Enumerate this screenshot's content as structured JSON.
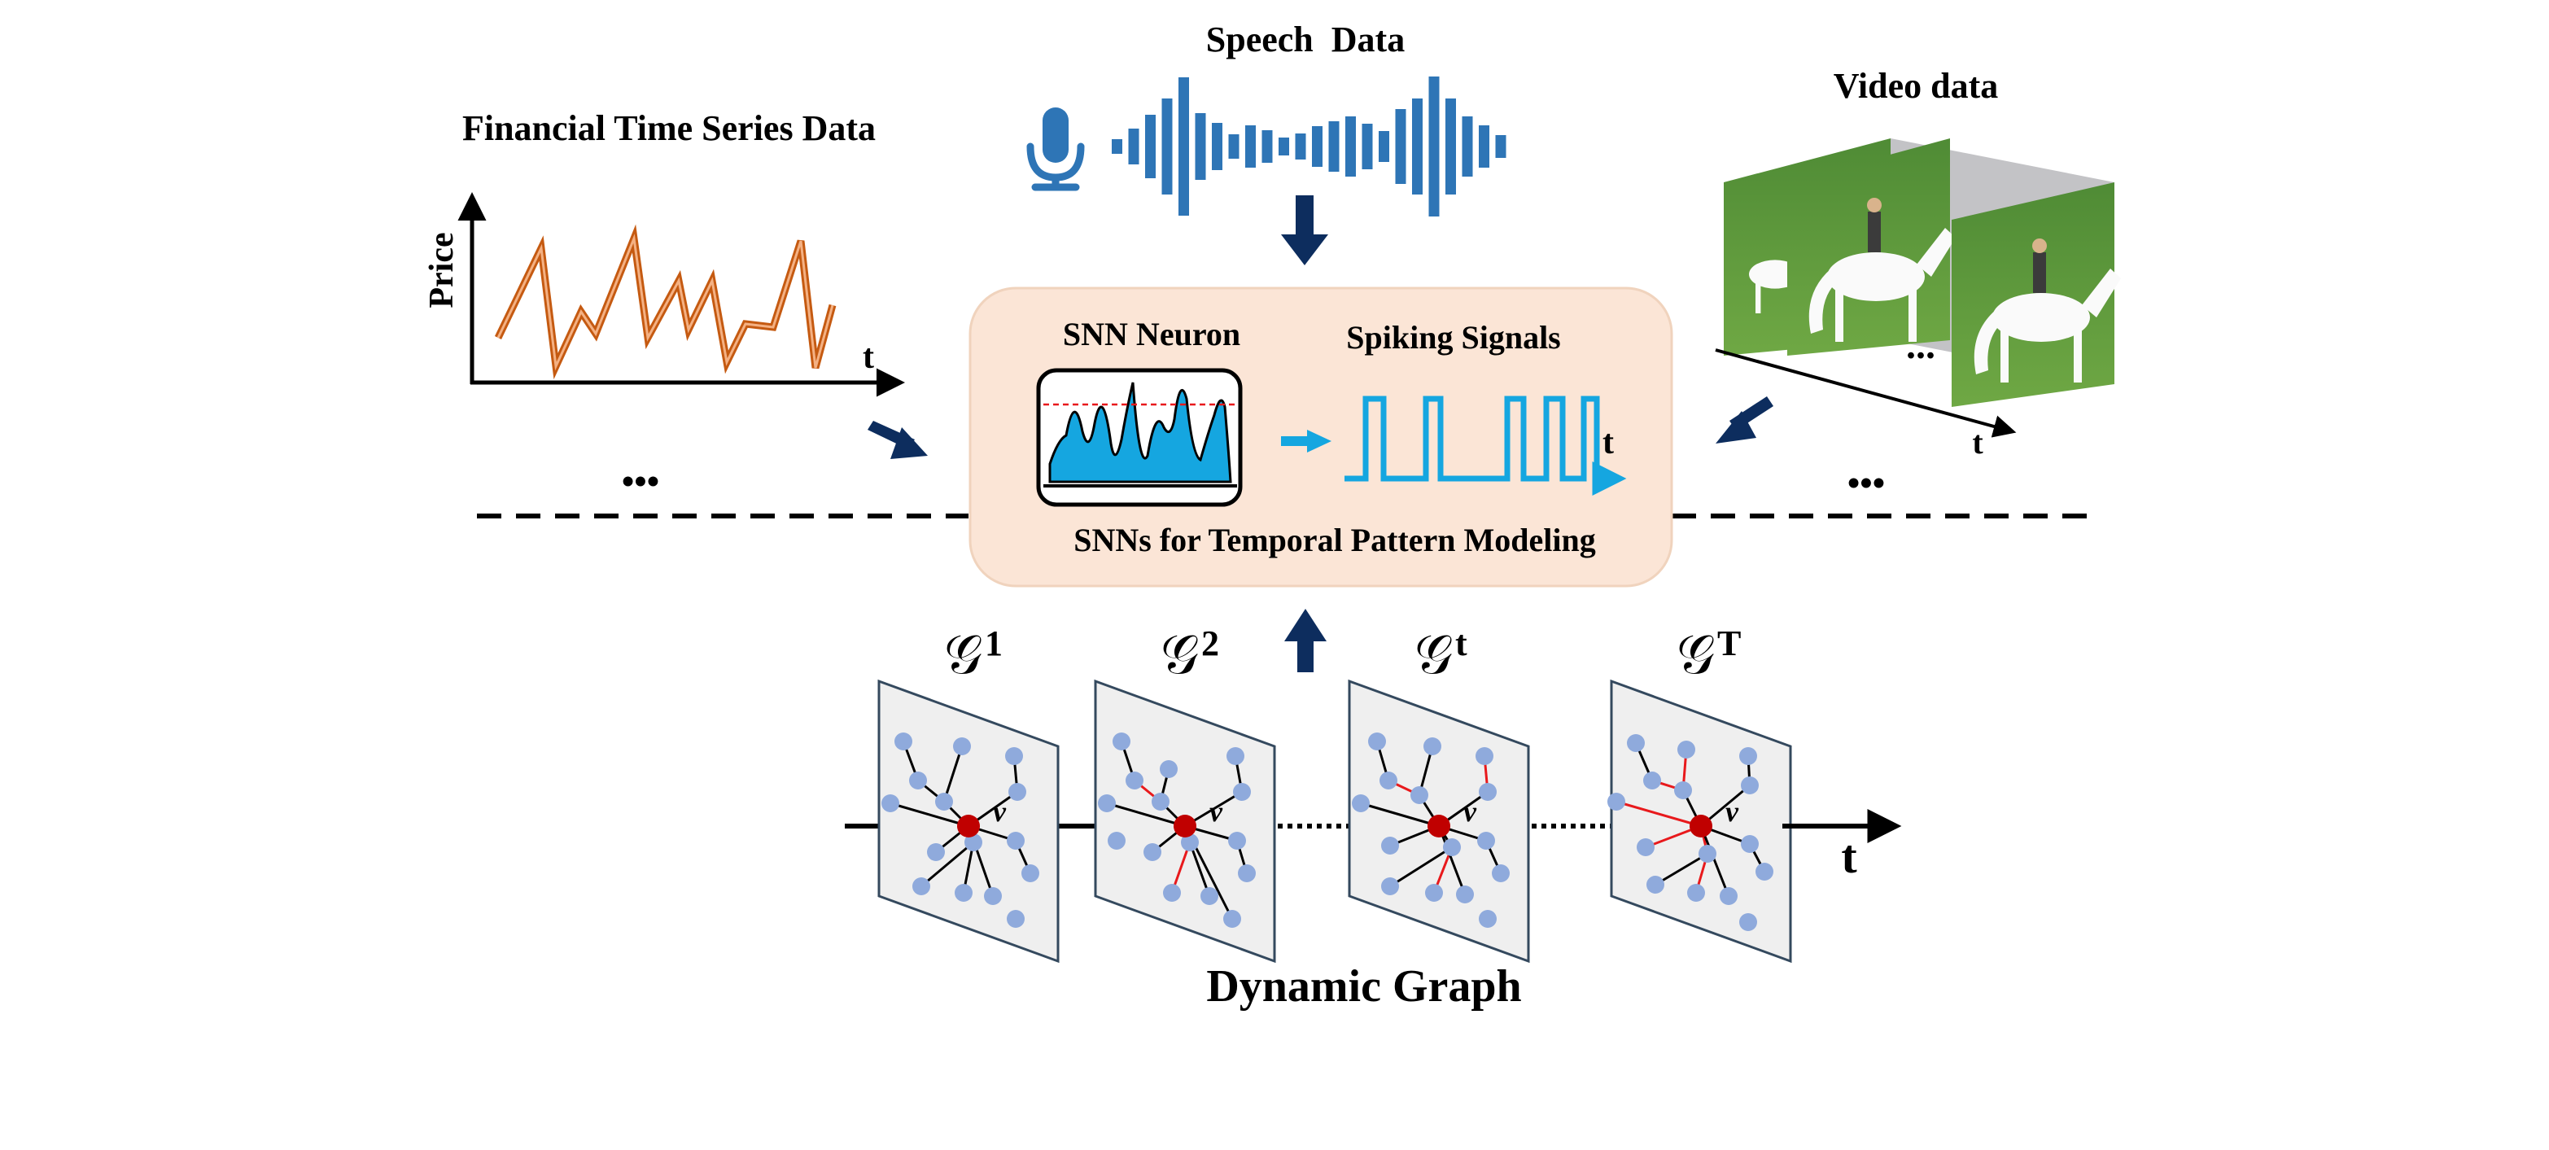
{
  "labels": {
    "financial_title": "Financial Time Series Data",
    "price_axis": "Price",
    "time_symbol": "t",
    "speech_title": "Speech  Data",
    "video_title": "Video data",
    "video_ellipsis": "...",
    "ellipsis": "•••",
    "snn_neuron": "SNN Neuron",
    "spiking_signals": "Spiking Signals",
    "snn_caption": "SNNs for Temporal Pattern Modeling",
    "dynamic_graph": "Dynamic Graph",
    "node_label": "v",
    "graph_symbol": "𝒢",
    "graph_superscripts": [
      "1",
      "2",
      "t",
      "T"
    ]
  },
  "colors": {
    "accent_blue": "#2e75b6",
    "dark_arrow": "#0d2d5e",
    "cyan": "#15a6e0",
    "snn_box": "#fbe5d6",
    "price_line": "#c55a11",
    "node_blue": "#8faadc",
    "node_red": "#c00000",
    "edge_red": "#e8191c",
    "panel_fill": "#efefef",
    "panel_stroke": "#34495e"
  },
  "icons": [
    "microphone-icon",
    "sound-wave-icon",
    "down-arrow-icon",
    "up-arrow-icon",
    "diagonal-arrow-icon"
  ]
}
